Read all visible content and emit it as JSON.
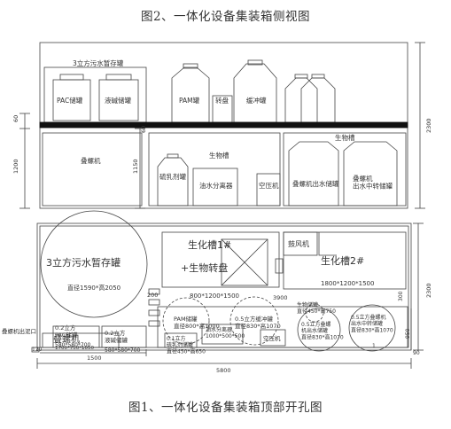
{
  "captions": {
    "side": "图2、一体化设备集装箱侧视图",
    "top": "图1、一体化设备集装箱顶部开孔图"
  },
  "side_view": {
    "labels": {
      "sewage_tank": "3立方污水暂存罐",
      "pac": "PAC储罐",
      "alkali": "液碱储罐",
      "pam": "PAM罐",
      "turntable": "转盘",
      "buffer": "缓冲罐",
      "stacker": "叠螺机",
      "bio_tank": "生物槽",
      "sulfur_tank": "硫乳剂罐",
      "oil_water": "油水分离器",
      "air_comp": "空压机",
      "bio_tank_right": "生物槽",
      "stacker_outlet": "叠螺机出水储罐",
      "stacker_transfer": "叠螺机\n出水中转储罐"
    },
    "dims": {
      "d60a": "60",
      "d1200": "1200",
      "d1150": "1150",
      "d60b": "60",
      "d2300": "2300"
    }
  },
  "top_view": {
    "labels": {
      "sewage_big": "3立方污水暂存罐",
      "sewage_big_dim": "直径1590*高2050",
      "bio1": "生化槽1#",
      "bio1_turn": "+生物转盘",
      "bio1_dim": "800*1200*1500",
      "blower": "鼓风机",
      "bio2": "生化槽2#",
      "bio2_dim": "1800*1200*1500",
      "d200": "200",
      "d3900": "3900",
      "pac_small": "0.2立方\nPAC储罐",
      "pac_small_dim": "580*580*700",
      "alkali_small": "0.2立方\n液碱储罐",
      "alkali_small_dim": "580*580*700",
      "pam_circle": "PAM储罐\n直径800*高1000",
      "buffer_circle": "0.5立方缓冲罐\n直径830*高1070",
      "sulfur_small": "0.1立方\n硫乳剂储罐\n直径450*高650",
      "oil_water": "油水分离器\n1000*500*500",
      "air_comp": "空压机",
      "bio_small": "生物储罐\n直径450*高750",
      "outlet_05": "0.5立方叠螺\n机出水储罐\n直径830*高1070",
      "transfer_05": "0.5立方叠螺机\n出水中转储罐\n直径830*高1070",
      "stacker": "叠螺机",
      "stacker_dim": "1700*750*1050",
      "sludge": "叠螺机出泥口",
      "d120": "120",
      "d1500": "1500",
      "d5800": "5800",
      "d300": "300",
      "d950": "950",
      "d2300": "2300",
      "d90": "90",
      "d1": "1"
    }
  }
}
